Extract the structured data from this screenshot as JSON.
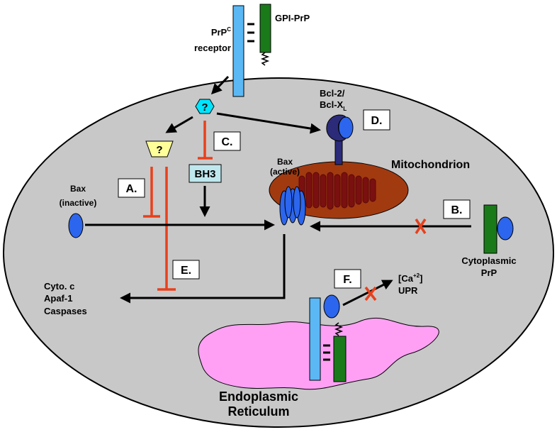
{
  "colors": {
    "cell_fill": "#c8c8c8",
    "receptor_blue": "#5bb8f5",
    "gpi_green": "#1a7a1a",
    "hexagon_cyan": "#00e5ff",
    "trapezoid_yellow": "#ffff99",
    "bh3_fill": "#bfe8ee",
    "inhibit_red": "#e8401c",
    "bax_blue": "#2c66ee",
    "bcl2_navy": "#2b2b7a",
    "mito_brown": "#a23a10",
    "crista_red": "#7a1010",
    "er_pink": "#ffa0f5"
  },
  "labels": {
    "prp_receptor_line1": "PrP",
    "prp_receptor_sup": "C",
    "prp_receptor_line2": "receptor",
    "gpi_prp": "GPI-PrP",
    "hexagon_q": "?",
    "trapezoid_q": "?",
    "bh3": "BH3",
    "bcl2_line1": "Bcl-2/",
    "bcl2_line2": "Bcl-X",
    "bcl2_sub": "L",
    "bax_active_line1": "Bax",
    "bax_active_line2": "(active)",
    "mitochondrion": "Mitochondrion",
    "bax_inactive_line1": "Bax",
    "bax_inactive_line2": "(inactive)",
    "cytoplasmic_prp_line1": "Cytoplasmic",
    "cytoplasmic_prp_line2": "PrP",
    "cyto_c": "Cyto. c",
    "apaf1": "Apaf-1",
    "caspases": "Caspases",
    "ca_label": "[Ca",
    "ca_sup": "+2",
    "ca_close": "]",
    "upr": "UPR",
    "er_line1": "Endoplasmic",
    "er_line2": "Reticulum"
  },
  "boxes": {
    "a": "A.",
    "b": "B.",
    "c": "C.",
    "d": "D.",
    "e": "E.",
    "f": "F."
  }
}
